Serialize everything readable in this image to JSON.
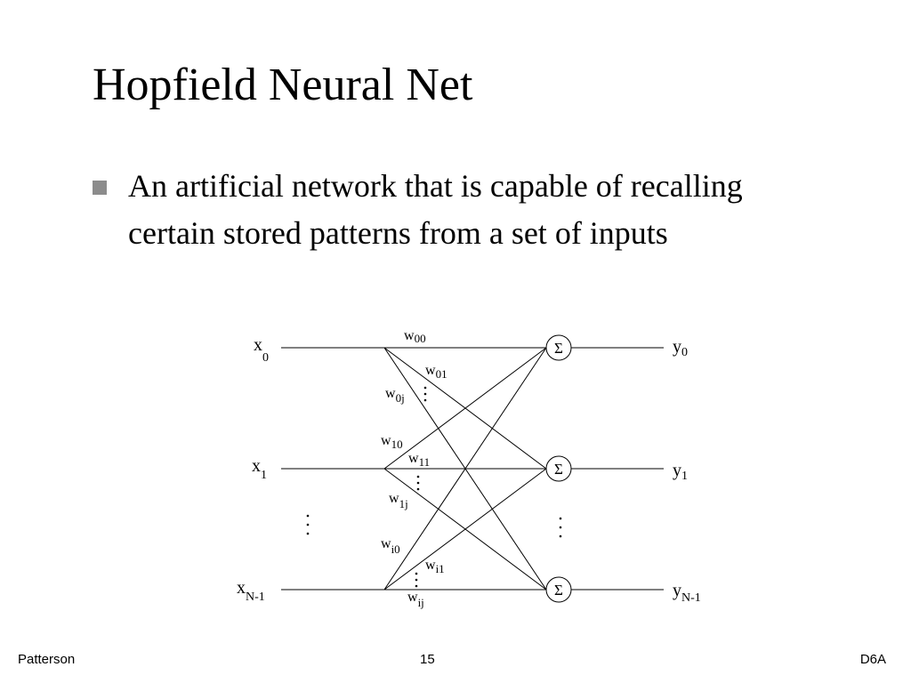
{
  "slide": {
    "title": "Hopfield Neural Net",
    "bullet": "An artificial network that is capable of recalling certain stored patterns from a set of inputs"
  },
  "diagram": {
    "inputs": [
      {
        "base": "x",
        "sub": "0"
      },
      {
        "base": "x",
        "sub": "1"
      },
      {
        "base": "x",
        "sub": "N-1"
      }
    ],
    "outputs": [
      {
        "base": "y",
        "sub": "0"
      },
      {
        "base": "y",
        "sub": "1"
      },
      {
        "base": "y",
        "sub": "N-1"
      }
    ],
    "node_symbol": "Σ",
    "weights": [
      {
        "base": "w",
        "sub": "00"
      },
      {
        "base": "w",
        "sub": "01"
      },
      {
        "base": "w",
        "sub": "0j"
      },
      {
        "base": "w",
        "sub": "10"
      },
      {
        "base": "w",
        "sub": "11"
      },
      {
        "base": "w",
        "sub": "1j"
      },
      {
        "base": "w",
        "sub": "i0"
      },
      {
        "base": "w",
        "sub": "i1"
      },
      {
        "base": "w",
        "sub": "ij"
      }
    ]
  },
  "footer": {
    "left": "Patterson",
    "center": "15",
    "right": "D6A"
  }
}
